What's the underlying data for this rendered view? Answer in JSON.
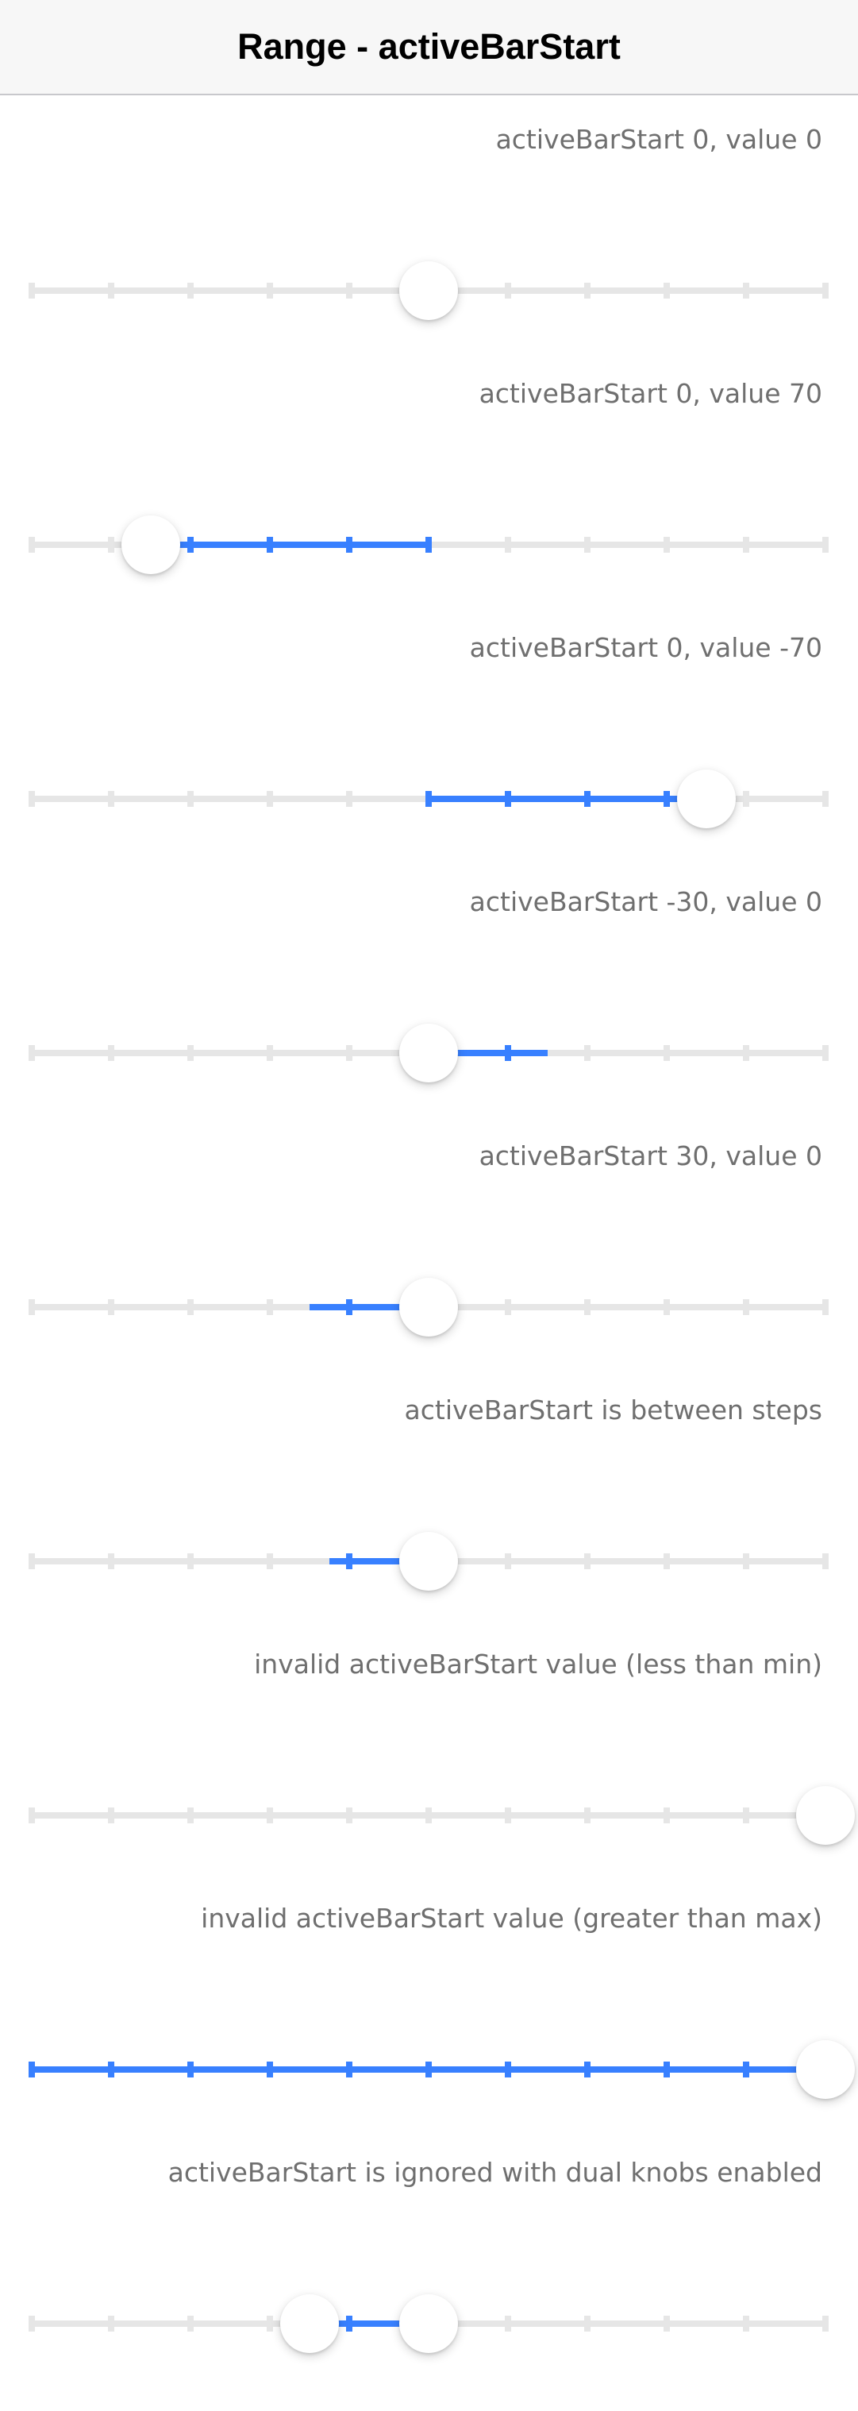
{
  "header": {
    "title": "Range - activeBarStart"
  },
  "range_scale": {
    "min": -100,
    "max": 100,
    "step": 10,
    "tick_spacing_steps": 2
  },
  "colors": {
    "active": "#3880ff",
    "inactive": "#e6e6e6",
    "label": "#6f6f6f"
  },
  "items": [
    {
      "label": "activeBarStart 0, value 0",
      "knobs": [
        0
      ],
      "active": [
        0,
        0
      ]
    },
    {
      "label": "activeBarStart 0, value 70",
      "knobs": [
        -70
      ],
      "active": [
        -70,
        0
      ]
    },
    {
      "label": "activeBarStart 0, value -70",
      "knobs": [
        70
      ],
      "active": [
        0,
        70
      ]
    },
    {
      "label": "activeBarStart -30, value 0",
      "knobs": [
        0
      ],
      "active": [
        0,
        30
      ]
    },
    {
      "label": "activeBarStart 30, value 0",
      "knobs": [
        0
      ],
      "active": [
        -30,
        0
      ]
    },
    {
      "label": "activeBarStart is between steps",
      "knobs": [
        0
      ],
      "active": [
        -25,
        0
      ]
    },
    {
      "label": "invalid activeBarStart value (less than min)",
      "knobs": [
        100
      ],
      "active": [
        100,
        100
      ]
    },
    {
      "label": "invalid activeBarStart value (greater than max)",
      "knobs": [
        100
      ],
      "active": [
        -100,
        100
      ]
    },
    {
      "label": "activeBarStart is ignored with dual knobs enabled",
      "knobs": [
        -30,
        0
      ],
      "active": [
        -30,
        0
      ]
    }
  ]
}
